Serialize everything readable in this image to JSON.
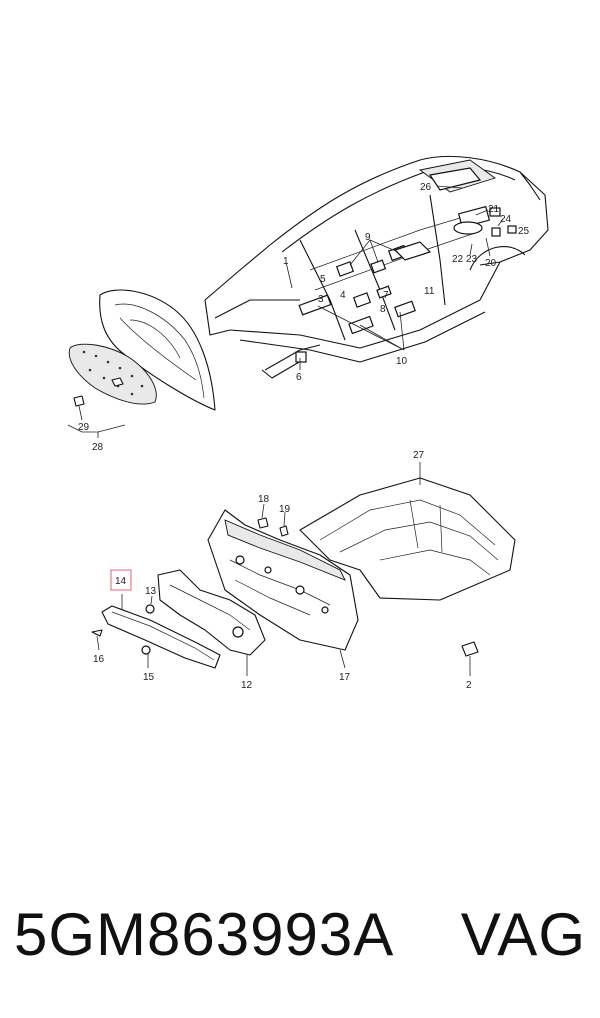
{
  "footer": {
    "part_number": "5GM863993A",
    "brand": "VAG"
  },
  "callouts": {
    "c1": "1",
    "c2": "2",
    "c3": "3",
    "c4": "4",
    "c5": "5",
    "c6": "6",
    "c7": "7",
    "c8": "8",
    "c9": "9",
    "c10": "10",
    "c11": "11",
    "c12": "12",
    "c13": "13",
    "c14": "14",
    "c15": "15",
    "c16": "16",
    "c17": "17",
    "c18": "18",
    "c19": "19",
    "c20": "20",
    "c21": "21",
    "c22": "22",
    "c23": "23",
    "c24": "24",
    "c25": "25",
    "c26": "26",
    "c27": "27",
    "c28": "28",
    "c29": "29"
  },
  "highlight_color": "#e87a8a"
}
